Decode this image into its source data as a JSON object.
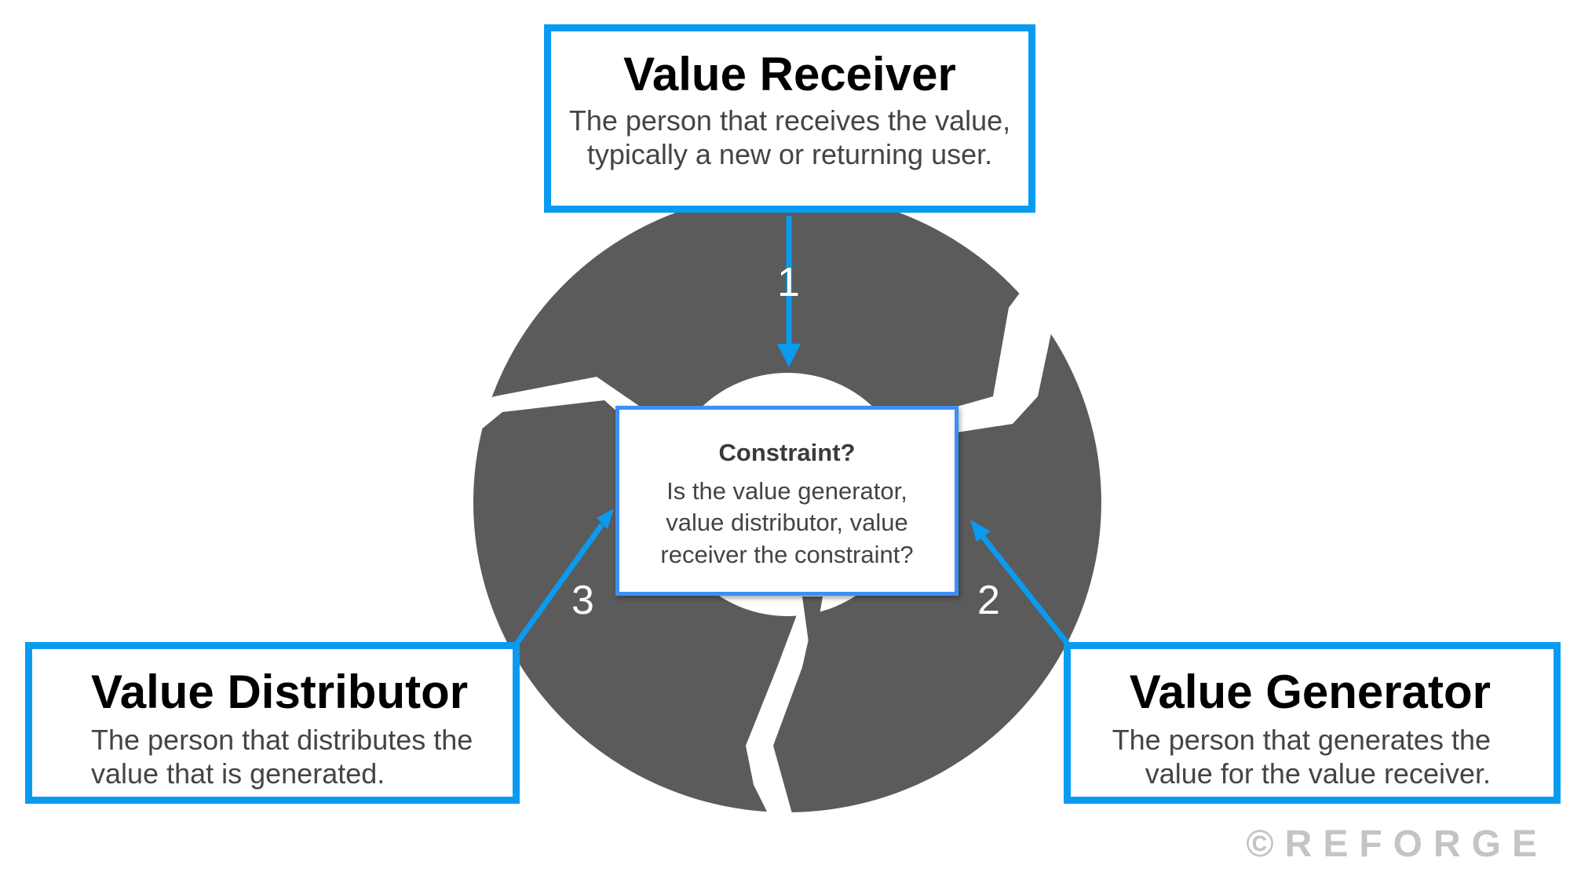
{
  "receiver": {
    "title": "Value Receiver",
    "description": "The person that receives the value,\ntypically a new or returning user."
  },
  "distributor": {
    "title": "Value Distributor",
    "description": "The person that distributes the\nvalue that is generated."
  },
  "generator": {
    "title": "Value Generator",
    "description": "The person that generates the\nvalue for the value receiver."
  },
  "constraint": {
    "title": "Constraint?",
    "description": "Is the value generator,\nvalue distributor, value\nreceiver the constraint?"
  },
  "steps": [
    "1",
    "2",
    "3"
  ],
  "watermark": "©REFORGE",
  "colors": {
    "cycle": "#5b5b5b",
    "accent": "#0a9bf0",
    "constraint_border": "#3d8ff5"
  }
}
